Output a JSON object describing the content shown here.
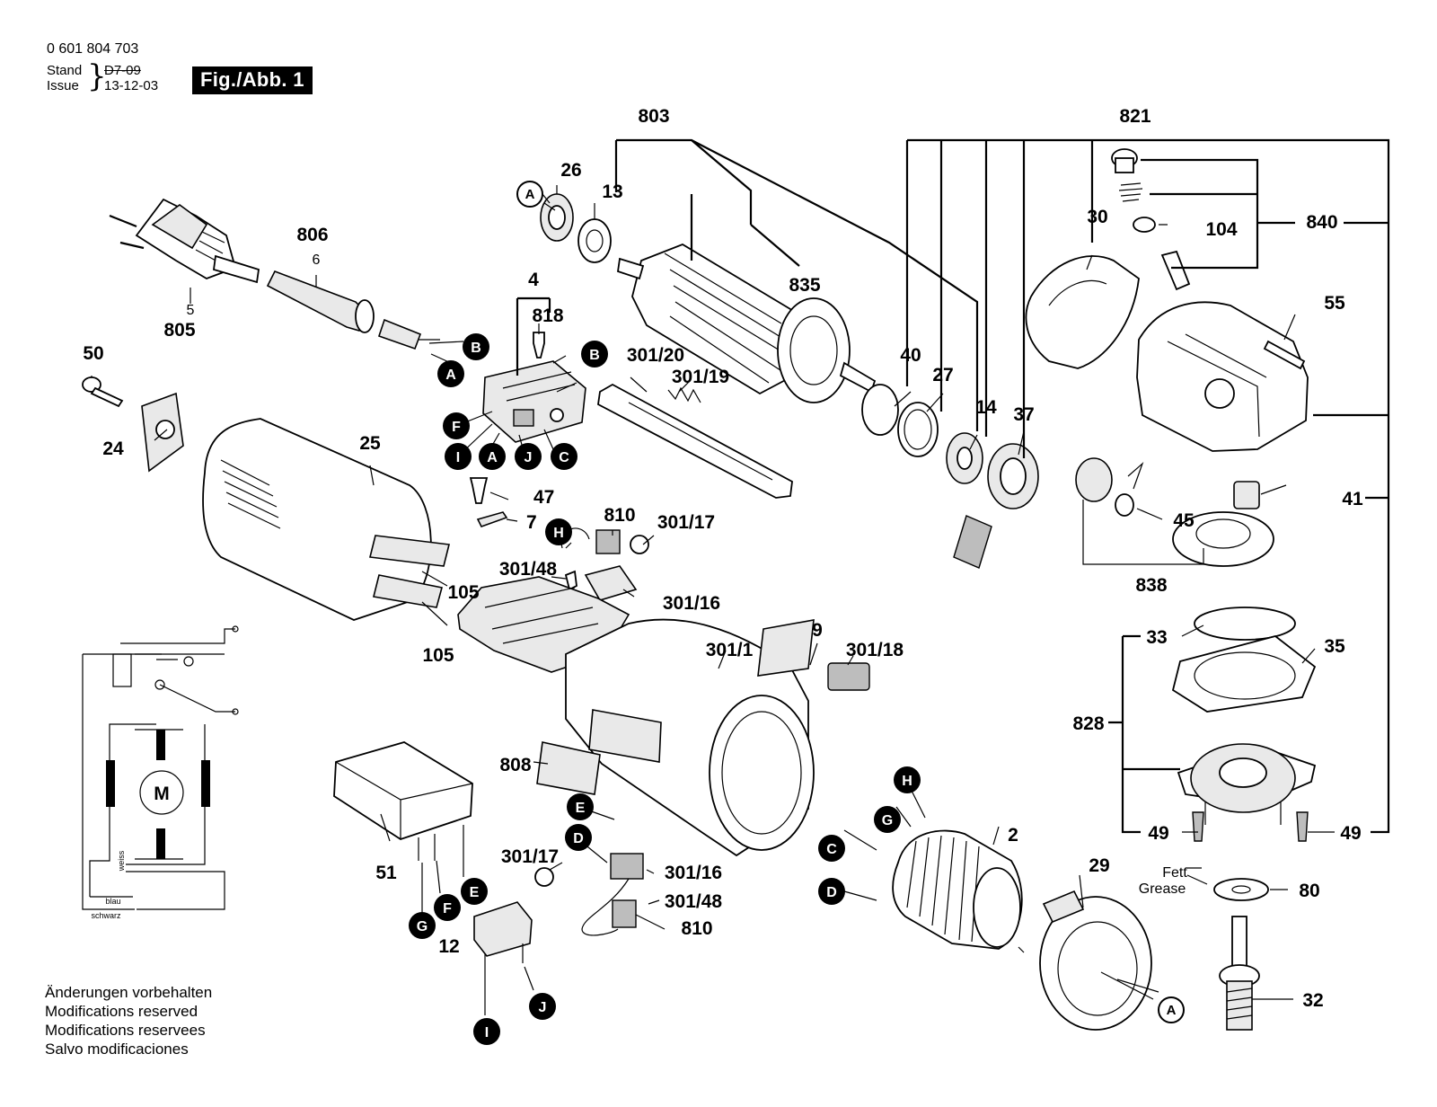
{
  "header": {
    "doc_number": "0 601 804 703",
    "stand_label": "Stand",
    "issue_label": "Issue",
    "stand_value": "D7-09",
    "issue_value": "13-12-03",
    "figure_label": "Fig./Abb. 1"
  },
  "notes": [
    "Änderungen vorbehalten",
    "Modifications reserved",
    "Modifications reservees",
    "Salvo modificaciones"
  ],
  "parts": [
    "803",
    "26",
    "13",
    "835",
    "806",
    "6",
    "5",
    "805",
    "4",
    "818",
    "301/20",
    "301/19",
    "50",
    "24",
    "25",
    "47",
    "7",
    "810",
    "301/17",
    "301/48",
    "301/16",
    "105",
    "105",
    "301/1",
    "9",
    "301/18",
    "808",
    "51",
    "12",
    "301/17",
    "301/16",
    "301/48",
    "810",
    "2",
    "29",
    "821",
    "30",
    "104",
    "840",
    "55",
    "40",
    "27",
    "14",
    "37",
    "41",
    "45",
    "838",
    "33",
    "35",
    "828",
    "49",
    "49",
    "80",
    "32"
  ],
  "connectors": [
    "A",
    "B",
    "A",
    "B",
    "F",
    "I",
    "A",
    "J",
    "C",
    "H",
    "E",
    "D",
    "G",
    "F",
    "E",
    "I",
    "J",
    "H",
    "G",
    "C",
    "D",
    "A"
  ],
  "grease_label_1": "Fett",
  "grease_label_2": "Grease",
  "motor_symbol": "M",
  "wire_labels": [
    "weiss",
    "blau",
    "schwarz"
  ],
  "colors": {
    "ink": "#000000",
    "paper": "#ffffff",
    "shade": "#bdbdbd"
  }
}
